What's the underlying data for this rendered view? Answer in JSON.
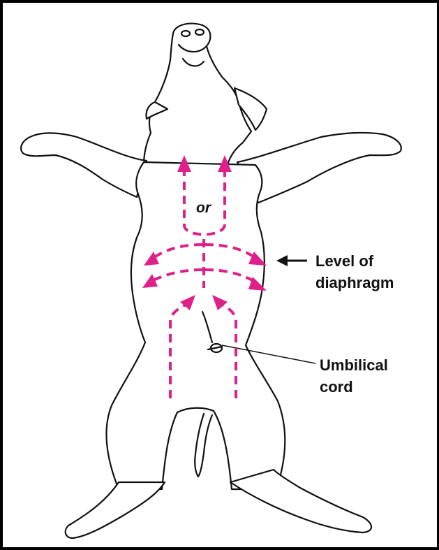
{
  "labels": {
    "or": "or",
    "diaphragm_line1": "Level of",
    "diaphragm_line2": "diaphragm",
    "umbilical_line1": "Umbilical",
    "umbilical_line2": "cord"
  },
  "icons": {
    "arrow": "arrow-left-icon"
  },
  "colors": {
    "incision": "#e0208a",
    "outline": "#111111",
    "text": "#111111"
  }
}
